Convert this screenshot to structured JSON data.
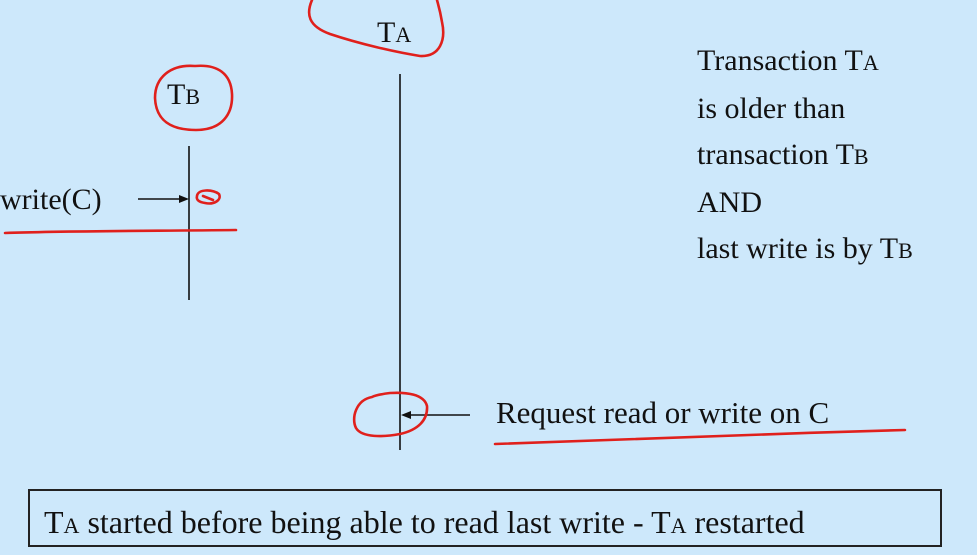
{
  "transactions": {
    "ta": {
      "main": "T",
      "sub": "A"
    },
    "tb": {
      "main": "T",
      "sub": "B"
    }
  },
  "labels": {
    "write_c": "write(C)",
    "request": "Request read or write on C"
  },
  "conditions": [
    {
      "text": "Transaction T",
      "sc": "A"
    },
    {
      "text": "is older than",
      "sc": ""
    },
    {
      "text": "transaction T",
      "sc": "B"
    },
    {
      "text": "AND",
      "sc": ""
    },
    {
      "text": "last write is by T",
      "sc": "B"
    }
  ],
  "result": {
    "p1": "T",
    "p1sc": "A",
    "p2": " started before being able to read last write - T",
    "p2sc": "A",
    "p3": " restarted"
  },
  "colors": {
    "background": "#cde8fb",
    "annotation": "#e0201c",
    "ink": "#111111"
  }
}
